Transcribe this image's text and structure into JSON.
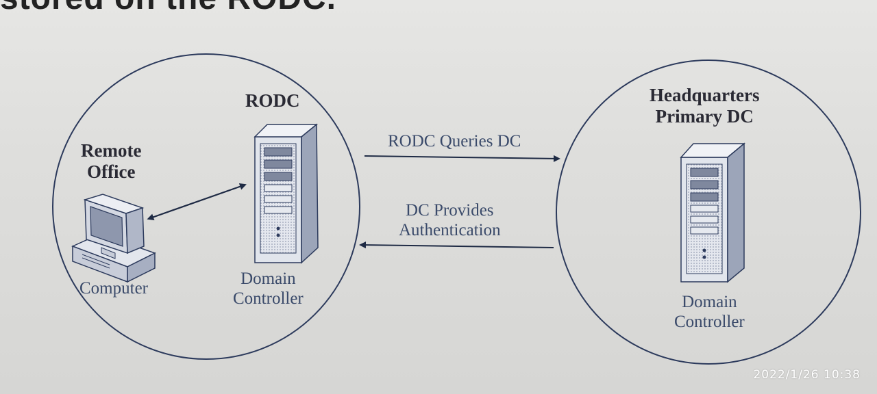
{
  "header": {
    "partial_text": "stored on the RODC."
  },
  "remote_site": {
    "title_line1": "Remote",
    "title_line2": "Office",
    "rodc_title": "RODC",
    "computer_label": "Computer",
    "dc_label_line1": "Domain",
    "dc_label_line2": "Controller"
  },
  "hq_site": {
    "title_line1": "Headquarters",
    "title_line2": "Primary DC",
    "dc_label_line1": "Domain",
    "dc_label_line2": "Controller"
  },
  "arrows": {
    "query_label": "RODC Queries DC",
    "auth_label_line1": "DC Provides",
    "auth_label_line2": "Authentication"
  },
  "photo": {
    "timestamp": "2022/1/26 10:38"
  },
  "colors": {
    "line": "#2c3a5c",
    "server_face": "#dfe3ea",
    "server_side": "#9aa3b8"
  }
}
